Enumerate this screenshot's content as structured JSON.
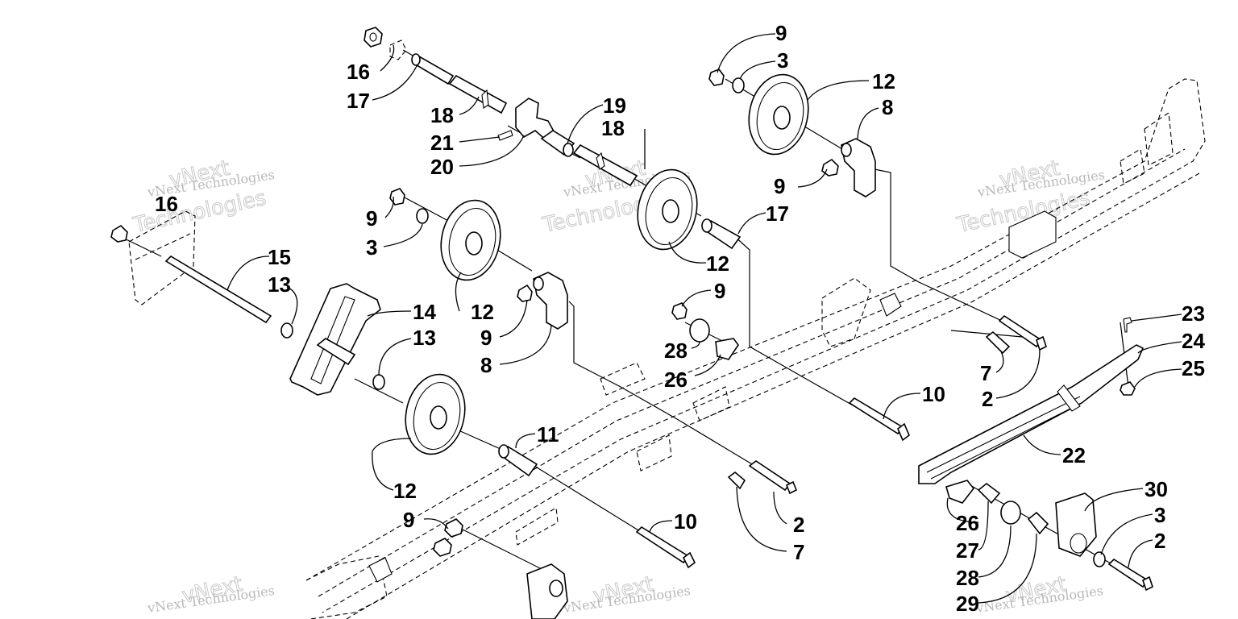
{
  "diagram": {
    "callouts": [
      {
        "id": "c16a",
        "label": "16"
      },
      {
        "id": "c17a",
        "label": "17"
      },
      {
        "id": "c18a",
        "label": "18"
      },
      {
        "id": "c19",
        "label": "19"
      },
      {
        "id": "c18b",
        "label": "18"
      },
      {
        "id": "c21",
        "label": "21"
      },
      {
        "id": "c20",
        "label": "20"
      },
      {
        "id": "c9a",
        "label": "9"
      },
      {
        "id": "c3a",
        "label": "3"
      },
      {
        "id": "c12a",
        "label": "12"
      },
      {
        "id": "c8a",
        "label": "8"
      },
      {
        "id": "c9b",
        "label": "9"
      },
      {
        "id": "c17b",
        "label": "17"
      },
      {
        "id": "c12b",
        "label": "12"
      },
      {
        "id": "c16b",
        "label": "16"
      },
      {
        "id": "c9c",
        "label": "9"
      },
      {
        "id": "c3b",
        "label": "3"
      },
      {
        "id": "c15",
        "label": "15"
      },
      {
        "id": "c13a",
        "label": "13"
      },
      {
        "id": "c14",
        "label": "14"
      },
      {
        "id": "c13b",
        "label": "13"
      },
      {
        "id": "c12c",
        "label": "12"
      },
      {
        "id": "c9d",
        "label": "9"
      },
      {
        "id": "c8b",
        "label": "8"
      },
      {
        "id": "c9e",
        "label": "9"
      },
      {
        "id": "c28a",
        "label": "28"
      },
      {
        "id": "c26a",
        "label": "26"
      },
      {
        "id": "c23",
        "label": "23"
      },
      {
        "id": "c24",
        "label": "24"
      },
      {
        "id": "c25",
        "label": "25"
      },
      {
        "id": "c7a",
        "label": "7"
      },
      {
        "id": "c2a",
        "label": "2"
      },
      {
        "id": "c10a",
        "label": "10"
      },
      {
        "id": "c22",
        "label": "22"
      },
      {
        "id": "c11",
        "label": "11"
      },
      {
        "id": "c12d",
        "label": "12"
      },
      {
        "id": "c2b",
        "label": "2"
      },
      {
        "id": "c7b",
        "label": "7"
      },
      {
        "id": "c10b",
        "label": "10"
      },
      {
        "id": "c9f",
        "label": "9"
      },
      {
        "id": "c30",
        "label": "30"
      },
      {
        "id": "c3c",
        "label": "3"
      },
      {
        "id": "c2c",
        "label": "2"
      },
      {
        "id": "c26b",
        "label": "26"
      },
      {
        "id": "c27",
        "label": "27"
      },
      {
        "id": "c28b",
        "label": "28"
      },
      {
        "id": "c29",
        "label": "29"
      }
    ],
    "watermark": {
      "line1": "vNext",
      "line2": "Technologies",
      "inline": "vNext Technologies"
    }
  }
}
